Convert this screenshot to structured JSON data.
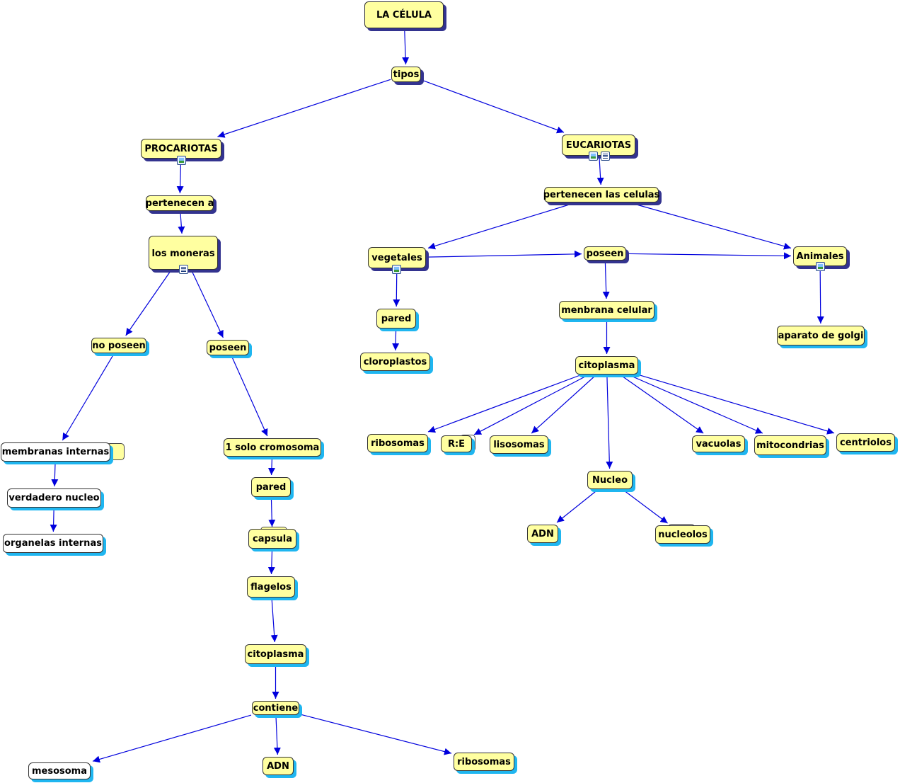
{
  "colors": {
    "node_fill": "#ffffa0",
    "node_fill_white": "#ffffff",
    "shadow_dark": "#33338f",
    "shadow_cyan": "#1fb6f0",
    "edge": "#0000dd"
  },
  "nodes": {
    "la_celula": "LA CÉLULA",
    "tipos": "tipos",
    "procariotas": "PROCARIOTAS",
    "eucariotas": "EUCARIOTAS",
    "pertenecen_a": "pertenecen a",
    "pertenecen_las_celulas": "pertenecen las celulas",
    "los_moneras": "los moneras",
    "no_poseen": "no poseen",
    "poseen_left": "poseen",
    "membranas_internas": "membranas internas",
    "verdadero_nucleo": "verdadero nucleo",
    "organelas_internas": "organelas internas",
    "un_solo_cromosoma": "1 solo cromosoma",
    "pared_left": "pared",
    "capsula": "capsula",
    "flagelos": "flagelos",
    "citoplasma_left": "citoplasma",
    "contiene": "contiene",
    "mesosoma": "mesosoma",
    "adn_bottom": "ADN",
    "ribosomas_bottom": "ribosomas",
    "vegetales": "vegetales",
    "poseen_right": "poseen",
    "animales": "Animales",
    "pared_right": "pared",
    "cloroplastos": "cloroplastos",
    "membrana_celular": "menbrana celular",
    "aparato_de_golgi": "aparato de golgi",
    "citoplasma_right": "citoplasma",
    "ribosomas_right": "ribosomas",
    "re": "R:E",
    "lisosomas": "lisosomas",
    "vacuolas": "vacuolas",
    "mitocondrias": "mitocondrias",
    "centriolos": "centriolos",
    "nucleo": "Nucleo",
    "adn_right": "ADN",
    "nucleolos": "nucleolos"
  },
  "icons": {
    "procariotas": [
      "image-icon"
    ],
    "eucariotas": [
      "image-icon",
      "document-icon"
    ],
    "los_moneras": [
      "document-icon"
    ],
    "vegetales": [
      "image-icon"
    ],
    "animales": [
      "image-icon"
    ]
  },
  "edges": [
    [
      "la_celula",
      "tipos"
    ],
    [
      "tipos",
      "procariotas"
    ],
    [
      "tipos",
      "eucariotas"
    ],
    [
      "procariotas",
      "pertenecen_a"
    ],
    [
      "pertenecen_a",
      "los_moneras"
    ],
    [
      "los_moneras",
      "no_poseen"
    ],
    [
      "los_moneras",
      "poseen_left"
    ],
    [
      "no_poseen",
      "membranas_internas"
    ],
    [
      "membranas_internas",
      "verdadero_nucleo"
    ],
    [
      "verdadero_nucleo",
      "organelas_internas"
    ],
    [
      "poseen_left",
      "un_solo_cromosoma"
    ],
    [
      "un_solo_cromosoma",
      "pared_left"
    ],
    [
      "pared_left",
      "capsula"
    ],
    [
      "capsula",
      "flagelos"
    ],
    [
      "flagelos",
      "citoplasma_left"
    ],
    [
      "citoplasma_left",
      "contiene"
    ],
    [
      "contiene",
      "mesosoma"
    ],
    [
      "contiene",
      "adn_bottom"
    ],
    [
      "contiene",
      "ribosomas_bottom"
    ],
    [
      "eucariotas",
      "pertenecen_las_celulas"
    ],
    [
      "pertenecen_las_celulas",
      "vegetales"
    ],
    [
      "pertenecen_las_celulas",
      "animales"
    ],
    [
      "vegetales",
      "poseen_right"
    ],
    [
      "poseen_right",
      "animales"
    ],
    [
      "vegetales",
      "pared_right"
    ],
    [
      "pared_right",
      "cloroplastos"
    ],
    [
      "poseen_right",
      "membrana_celular"
    ],
    [
      "membrana_celular",
      "citoplasma_right"
    ],
    [
      "animales",
      "aparato_de_golgi"
    ],
    [
      "citoplasma_right",
      "ribosomas_right"
    ],
    [
      "citoplasma_right",
      "re"
    ],
    [
      "citoplasma_right",
      "lisosomas"
    ],
    [
      "citoplasma_right",
      "nucleo"
    ],
    [
      "citoplasma_right",
      "vacuolas"
    ],
    [
      "citoplasma_right",
      "mitocondrias"
    ],
    [
      "citoplasma_right",
      "centriolos"
    ],
    [
      "nucleo",
      "adn_right"
    ],
    [
      "nucleo",
      "nucleolos"
    ]
  ]
}
